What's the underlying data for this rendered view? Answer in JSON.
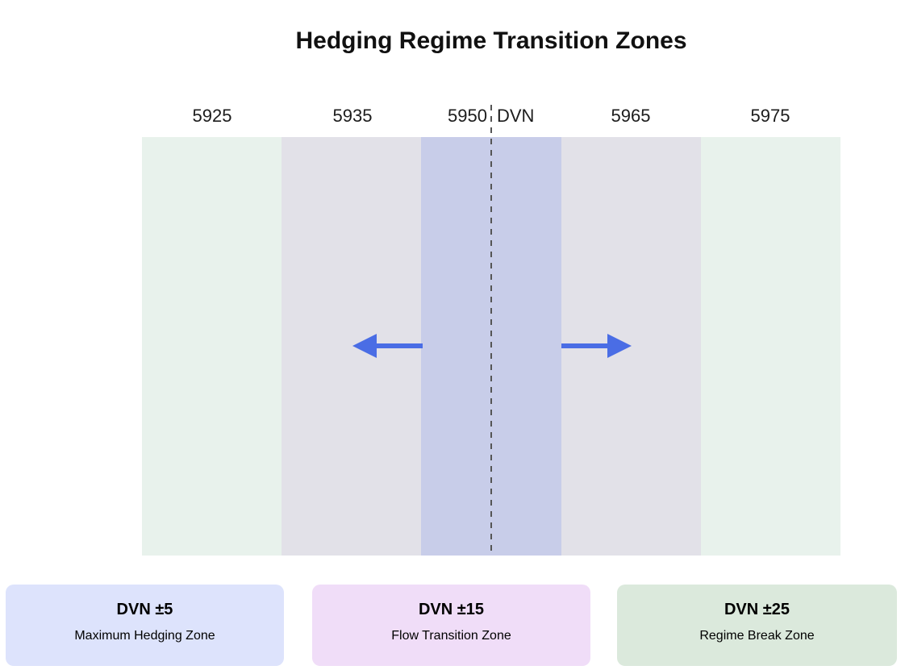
{
  "chart": {
    "title": "Hedging Regime Transition Zones",
    "ticks": [
      "5925",
      "5935",
      "5950",
      "5965",
      "5975"
    ],
    "center_label": "DVN",
    "center_value": 5950
  },
  "legend": {
    "cards": [
      {
        "title": "DVN ±5",
        "subtitle": "Maximum Hedging Zone",
        "color": "#dde3fc"
      },
      {
        "title": "DVN ±15",
        "subtitle": "Flow Transition Zone",
        "color": "#f0ddf8"
      },
      {
        "title": "DVN ±25",
        "subtitle": "Regime Break Zone",
        "color": "#dbe9dc"
      }
    ]
  },
  "chart_data": {
    "type": "area",
    "title": "Hedging Regime Transition Zones",
    "x_tick_labels": [
      "5925",
      "5935",
      "5950",
      "5965",
      "5975"
    ],
    "center_line": {
      "value": 5950,
      "label": "DVN",
      "style": "dashed",
      "color": "#555555"
    },
    "zones": [
      {
        "range": [
          5925,
          5935
        ],
        "band": "DVN ±25",
        "name": "Regime Break Zone",
        "color": "#e8f2ec"
      },
      {
        "range": [
          5935,
          5945
        ],
        "band": "DVN ±15",
        "name": "Flow Transition Zone",
        "color": "#e2e1e8"
      },
      {
        "range": [
          5945,
          5955
        ],
        "band": "DVN ±5",
        "name": "Maximum Hedging Zone",
        "color": "#c8cde9"
      },
      {
        "range": [
          5955,
          5965
        ],
        "band": "DVN ±15",
        "name": "Flow Transition Zone",
        "color": "#e2e1e8"
      },
      {
        "range": [
          5965,
          5975
        ],
        "band": "DVN ±25",
        "name": "Regime Break Zone",
        "color": "#e8f2ec"
      }
    ],
    "annotations": [
      {
        "type": "arrow",
        "direction": "left",
        "color": "#4a6de5",
        "from_band": "DVN ±5 edge",
        "into": "Flow Transition Zone"
      },
      {
        "type": "arrow",
        "direction": "right",
        "color": "#4a6de5",
        "from_band": "DVN ±5 edge",
        "into": "Flow Transition Zone"
      }
    ],
    "legend_position": "bottom",
    "grid": false,
    "accent_color": "#4a6de5"
  }
}
